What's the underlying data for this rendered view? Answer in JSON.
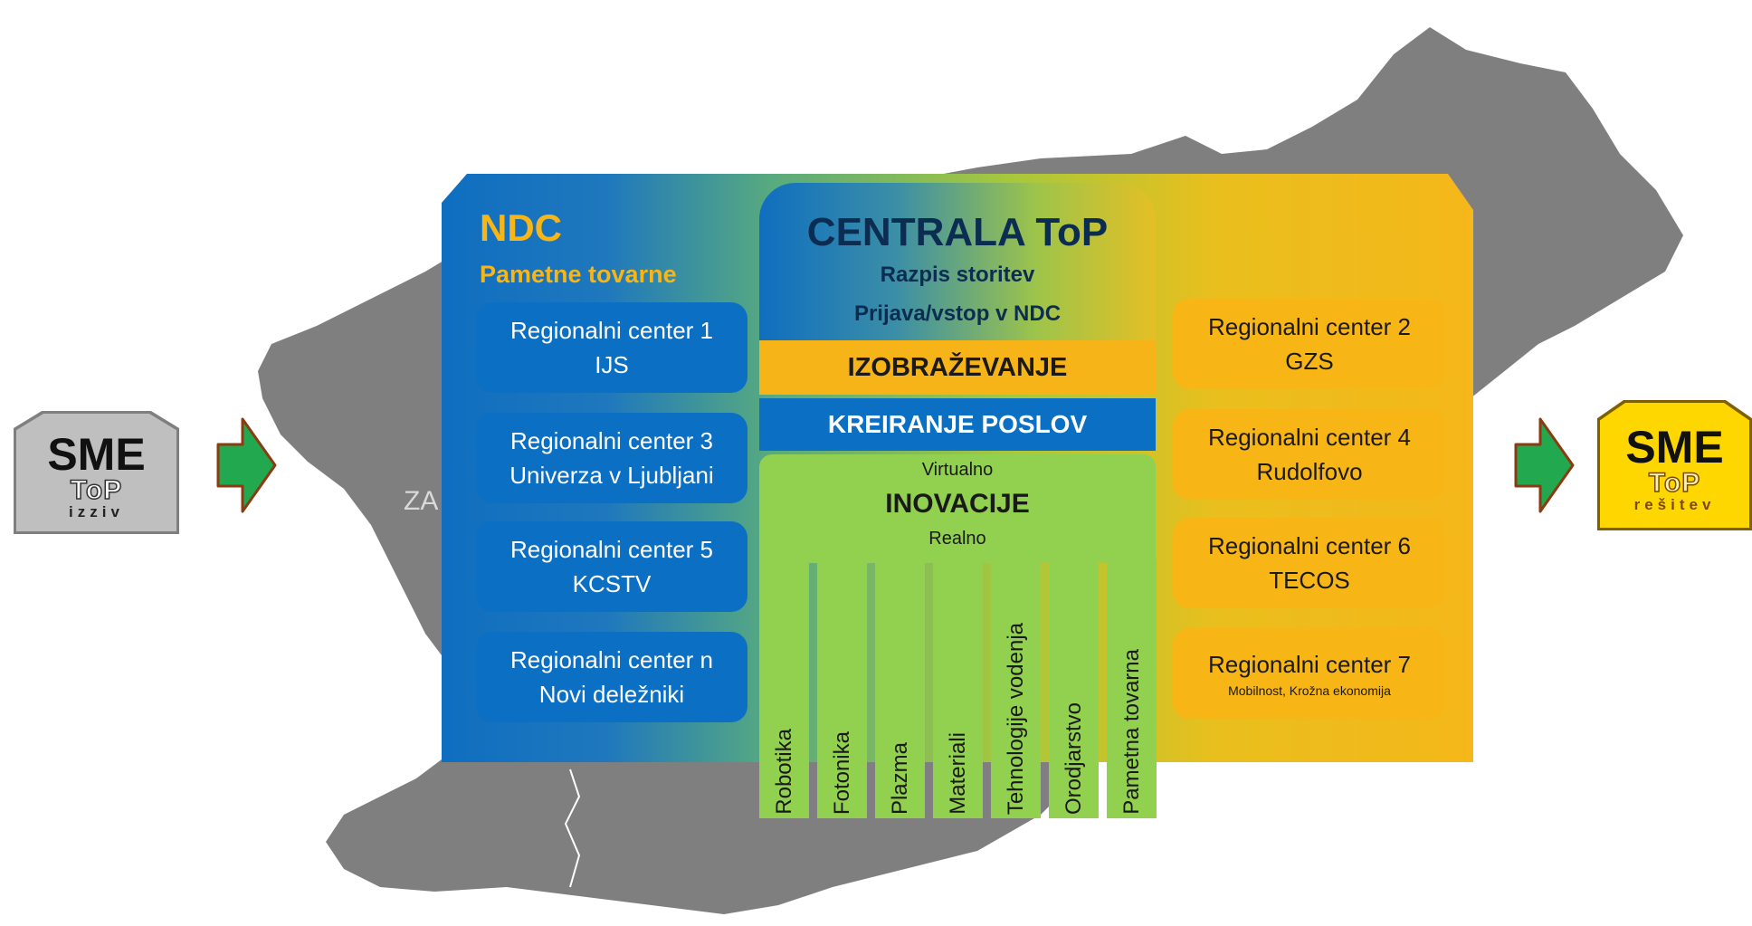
{
  "colors": {
    "map": "#7f7f7f",
    "ndc_blue": "#0b6fc4",
    "orange": "#f7b516",
    "green": "#92d050",
    "arrow_green": "#22a94f",
    "arrow_border": "#8a3b12",
    "dark_navy": "#0c2d52"
  },
  "map_label": "ZA",
  "sme_left": {
    "title": "SME",
    "logo": "ToP",
    "subtitle": "izziv"
  },
  "sme_right": {
    "title": "SME",
    "logo": "ToP",
    "subtitle": "rešitev"
  },
  "ndc": {
    "title": "NDC",
    "subtitle": "Pametne tovarne"
  },
  "regional_left": [
    {
      "line1": "Regionalni center 1",
      "line2": "IJS"
    },
    {
      "line1": "Regionalni center 3",
      "line2": "Univerza v Ljubljani"
    },
    {
      "line1": "Regionalni center 5",
      "line2": "KCSTV"
    },
    {
      "line1": "Regionalni center n",
      "line2": "Novi deležniki"
    }
  ],
  "regional_right": [
    {
      "line1": "Regionalni center 2",
      "line2": "GZS"
    },
    {
      "line1": "Regionalni center 4",
      "line2": "Rudolfovo"
    },
    {
      "line1": "Regionalni center 6",
      "line2": "TECOS"
    },
    {
      "line1": "Regionalni center 7",
      "line2": "Mobilnost, Krožna ekonomija"
    }
  ],
  "central": {
    "title": "CENTRALA ToP",
    "line1": "Razpis storitev",
    "line2": "Prijava/vstop v NDC"
  },
  "bands": {
    "izobrazevanje": "IZOBRAŽEVANJE",
    "kreiranje": "KREIRANJE POSLOV"
  },
  "inovacije": {
    "top": "Virtualno",
    "title": "INOVACIJE",
    "bottom": "Realno"
  },
  "pillars": [
    "Robotika",
    "Fotonika",
    "Plazma",
    "Materiali",
    "Tehnologije vodenja",
    "Orodjarstvo",
    "Pametna tovarna"
  ]
}
